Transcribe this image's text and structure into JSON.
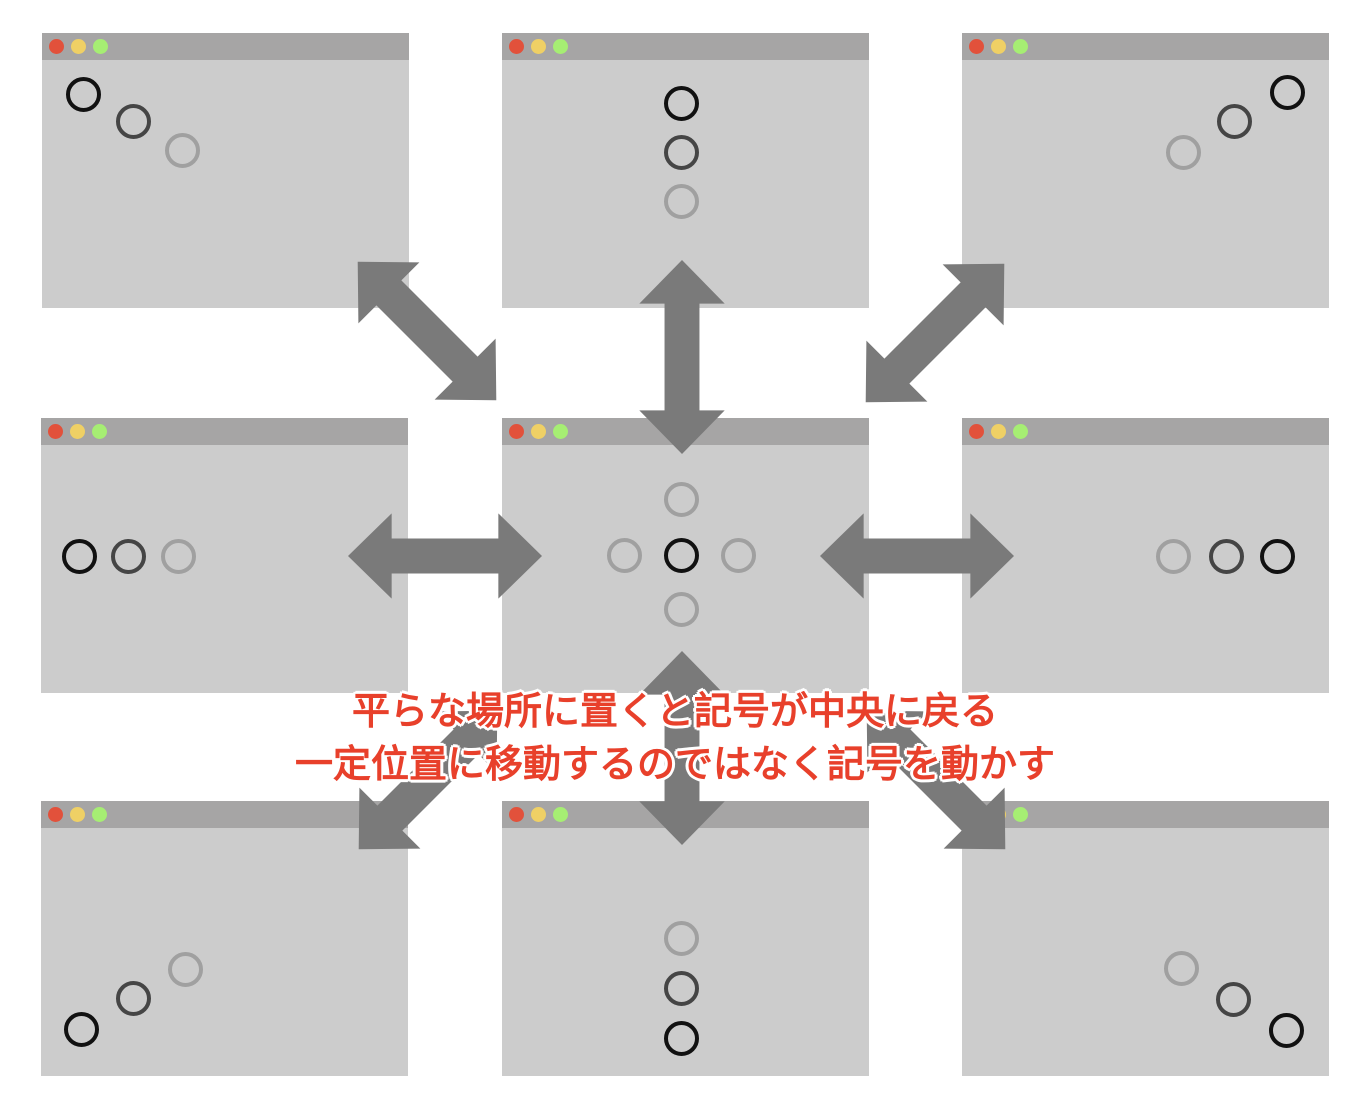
{
  "caption": {
    "line1": "平らな場所に置くと記号が中央に戻る",
    "line2": "一定位置に移動するのではなく記号を動かす"
  },
  "colors": {
    "window_body": "#cccccc",
    "titlebar": "#a6a5a5",
    "arrow": "#7a7a7a",
    "caption": "#e8402b",
    "dot_red": "#e2513b",
    "dot_yellow": "#efd065",
    "dot_green": "#a6ee73"
  },
  "windows": [
    {
      "name": "window-top-left",
      "tilt": "up-left"
    },
    {
      "name": "window-top-center",
      "tilt": "up"
    },
    {
      "name": "window-top-right",
      "tilt": "up-right"
    },
    {
      "name": "window-middle-left",
      "tilt": "left"
    },
    {
      "name": "window-center",
      "tilt": "level"
    },
    {
      "name": "window-middle-right",
      "tilt": "right"
    },
    {
      "name": "window-bottom-left",
      "tilt": "down-left"
    },
    {
      "name": "window-bottom-center",
      "tilt": "down"
    },
    {
      "name": "window-bottom-right",
      "tilt": "down-right"
    }
  ]
}
